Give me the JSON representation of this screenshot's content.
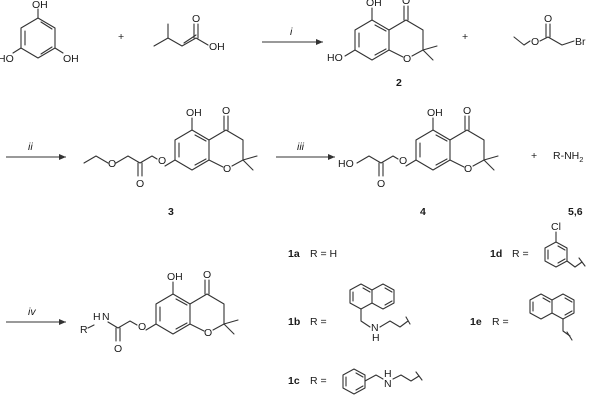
{
  "atoms": {
    "OH": "OH",
    "HO": "HO",
    "O": "O",
    "Br": "Br",
    "Cl": "Cl",
    "N": "N",
    "H": "H",
    "R": "R",
    "N2": "2"
  },
  "operators": {
    "plus": "+"
  },
  "reagents": {
    "i": "i",
    "ii": "ii",
    "iii": "iii",
    "iv": "iv"
  },
  "compounds": {
    "c2": "2",
    "c3": "3",
    "c4": "4",
    "c56": "5,6",
    "amine": "R-NH"
  },
  "substituents": {
    "s1a_label": "1a",
    "s1a_text": "R = H",
    "s1b_label": "1b",
    "s1c_label": "1c",
    "s1d_label": "1d",
    "s1e_label": "1e",
    "r_eq": "R ="
  }
}
